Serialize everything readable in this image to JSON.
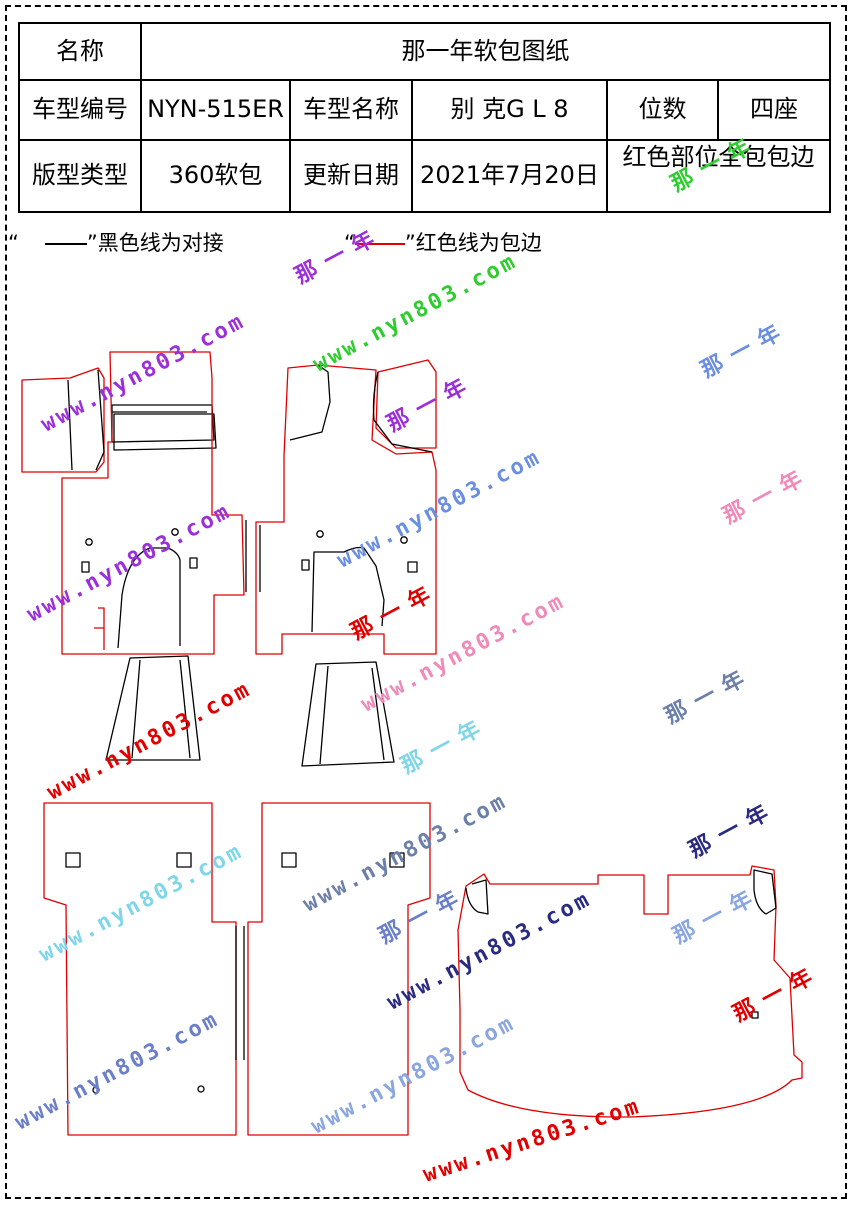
{
  "table": {
    "name_label": "名称",
    "name_value": "那一年软包图纸",
    "model_code_label": "车型编号",
    "model_code_value": "NYN-515ER",
    "model_name_label": "车型名称",
    "model_name_value": "别 克G L 8",
    "seats_label": "位数",
    "seats_value": "四座",
    "version_type_label": "版型类型",
    "version_type_value": "360软包",
    "update_date_label": "更新日期",
    "update_date_value": "2021年7月20日",
    "note": "红色部位全包包边"
  },
  "legend": {
    "black_open": "“",
    "black_text": "”黑色线为对接",
    "red_open": "“",
    "red_text": "”红色线为包边"
  },
  "watermark": {
    "cn": "那一年",
    "url": "www.nyn803.com"
  },
  "colors": {
    "cut_edge": "#e00000",
    "seam": "#000000"
  }
}
